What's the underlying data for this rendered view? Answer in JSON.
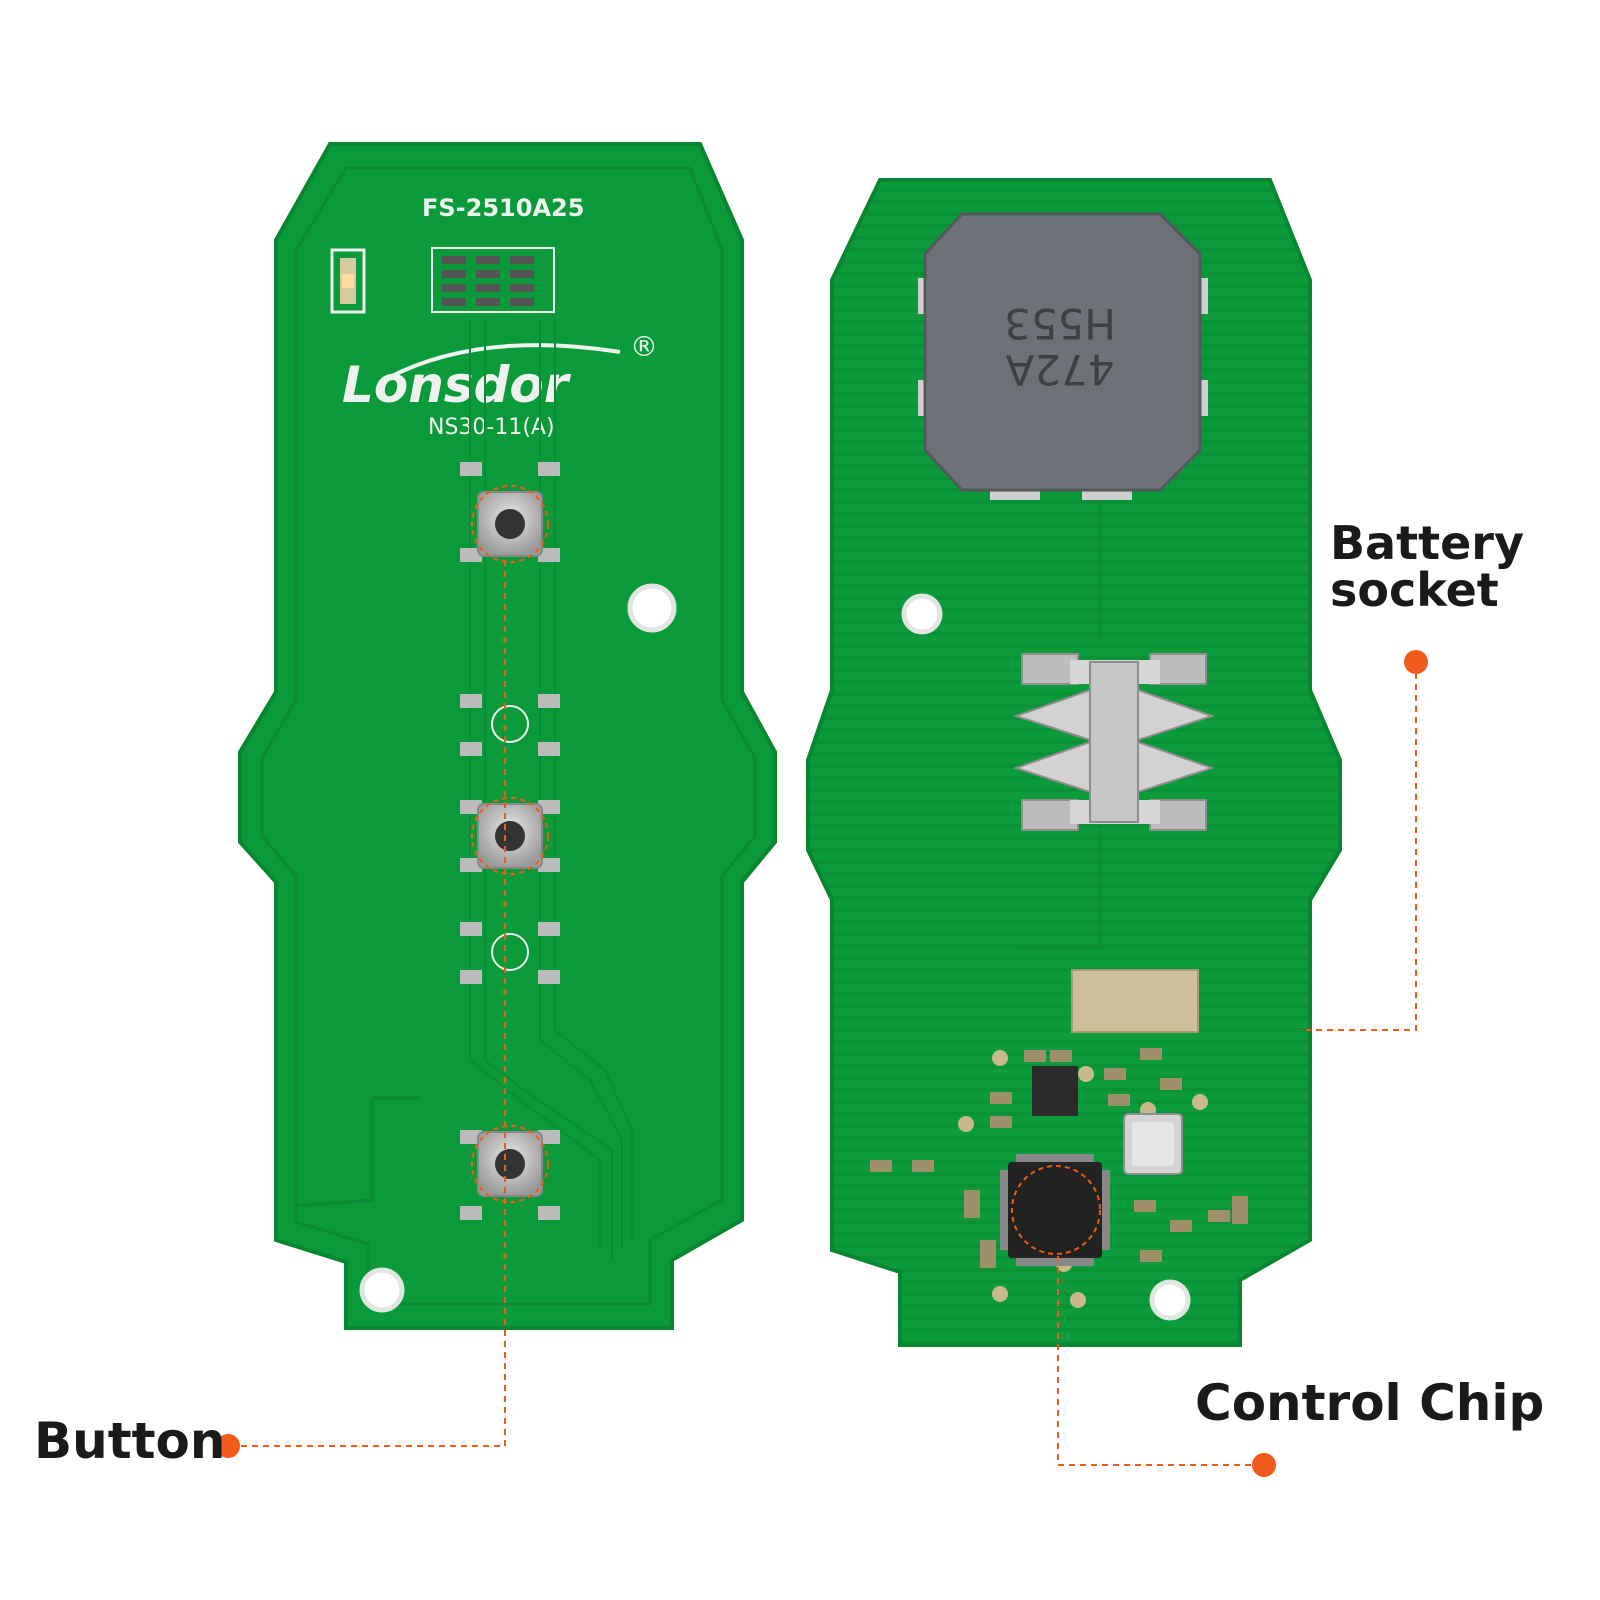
{
  "colors": {
    "pcb_green": "#0a9a3a",
    "pcb_border": "#06882f",
    "silkscreen": "#eef2ee",
    "callout_orange": "#f05a1a",
    "label_text": "#1a1a1a",
    "metal": "#c9c9c9",
    "chip_black": "#222222"
  },
  "left_board": {
    "silkscreen_part_code": "FS-2510A25",
    "logo_text": "Lonsdor",
    "registered_mark": "®",
    "model_code": "NS30-11(A)",
    "button_count_populated": 3,
    "button_count_unpopulated": 2
  },
  "right_board": {
    "inductor_marking_line1": "472A",
    "inductor_marking_line2": "H553"
  },
  "callouts": {
    "battery": {
      "line1": "Battery",
      "line2": "socket"
    },
    "chip": "Control Chip",
    "button": "Button"
  }
}
